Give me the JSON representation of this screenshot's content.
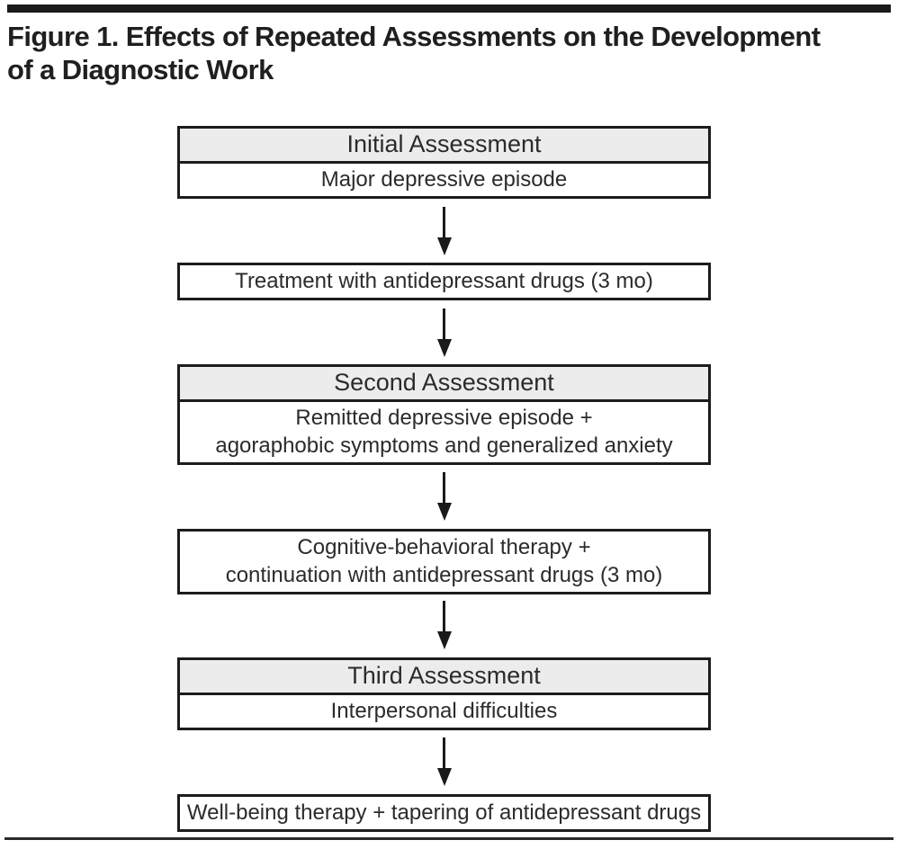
{
  "figure": {
    "title": "Figure 1. Effects of Repeated Assessments on the Development\nof a Diagnostic Work"
  },
  "flowchart": {
    "nodes": [
      {
        "header": "Initial Assessment",
        "body": "Major depressive episode"
      },
      {
        "body": "Treatment with antidepressant drugs (3 mo)"
      },
      {
        "header": "Second Assessment",
        "body": "Remitted depressive episode +\nagoraphobic symptoms and generalized anxiety"
      },
      {
        "body": "Cognitive-behavioral therapy +\ncontinuation with antidepressant drugs (3 mo)"
      },
      {
        "header": "Third Assessment",
        "body": "Interpersonal difficulties"
      },
      {
        "body": "Well-being therapy + tapering of antidepressant drugs"
      }
    ],
    "colors": {
      "header_fill": "#ececec",
      "box_border": "#1c1c1c",
      "text": "#2b2b2b",
      "rule": "#1a1a1a"
    }
  }
}
